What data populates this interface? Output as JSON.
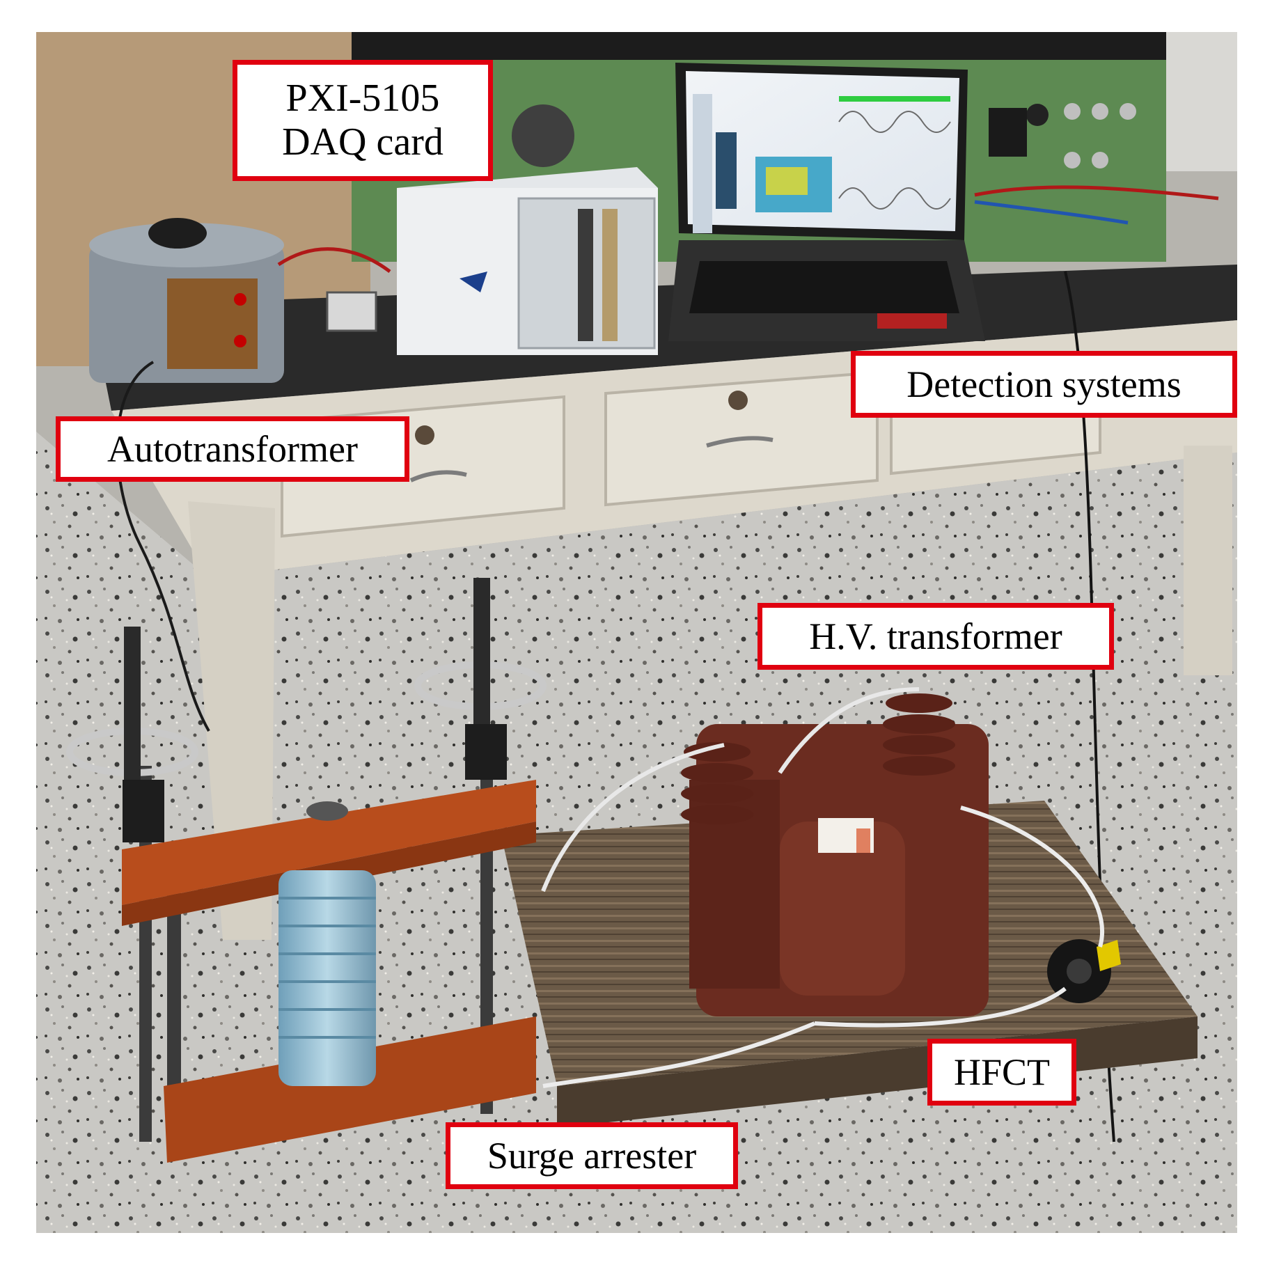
{
  "labels": {
    "pxi": {
      "line1": "PXI-5105",
      "line2": "DAQ card"
    },
    "autotransformer": "Autotransformer",
    "detection": "Detection systems",
    "hv_transformer": "H.V. transformer",
    "hfct": "HFCT",
    "surge_arrester": "Surge arrester"
  },
  "colors": {
    "label_border": "#e0000f",
    "label_fill": "#ffffff",
    "label_text": "#000000"
  },
  "icons": {
    "ni_logo": "national-instruments-eagle-icon"
  }
}
